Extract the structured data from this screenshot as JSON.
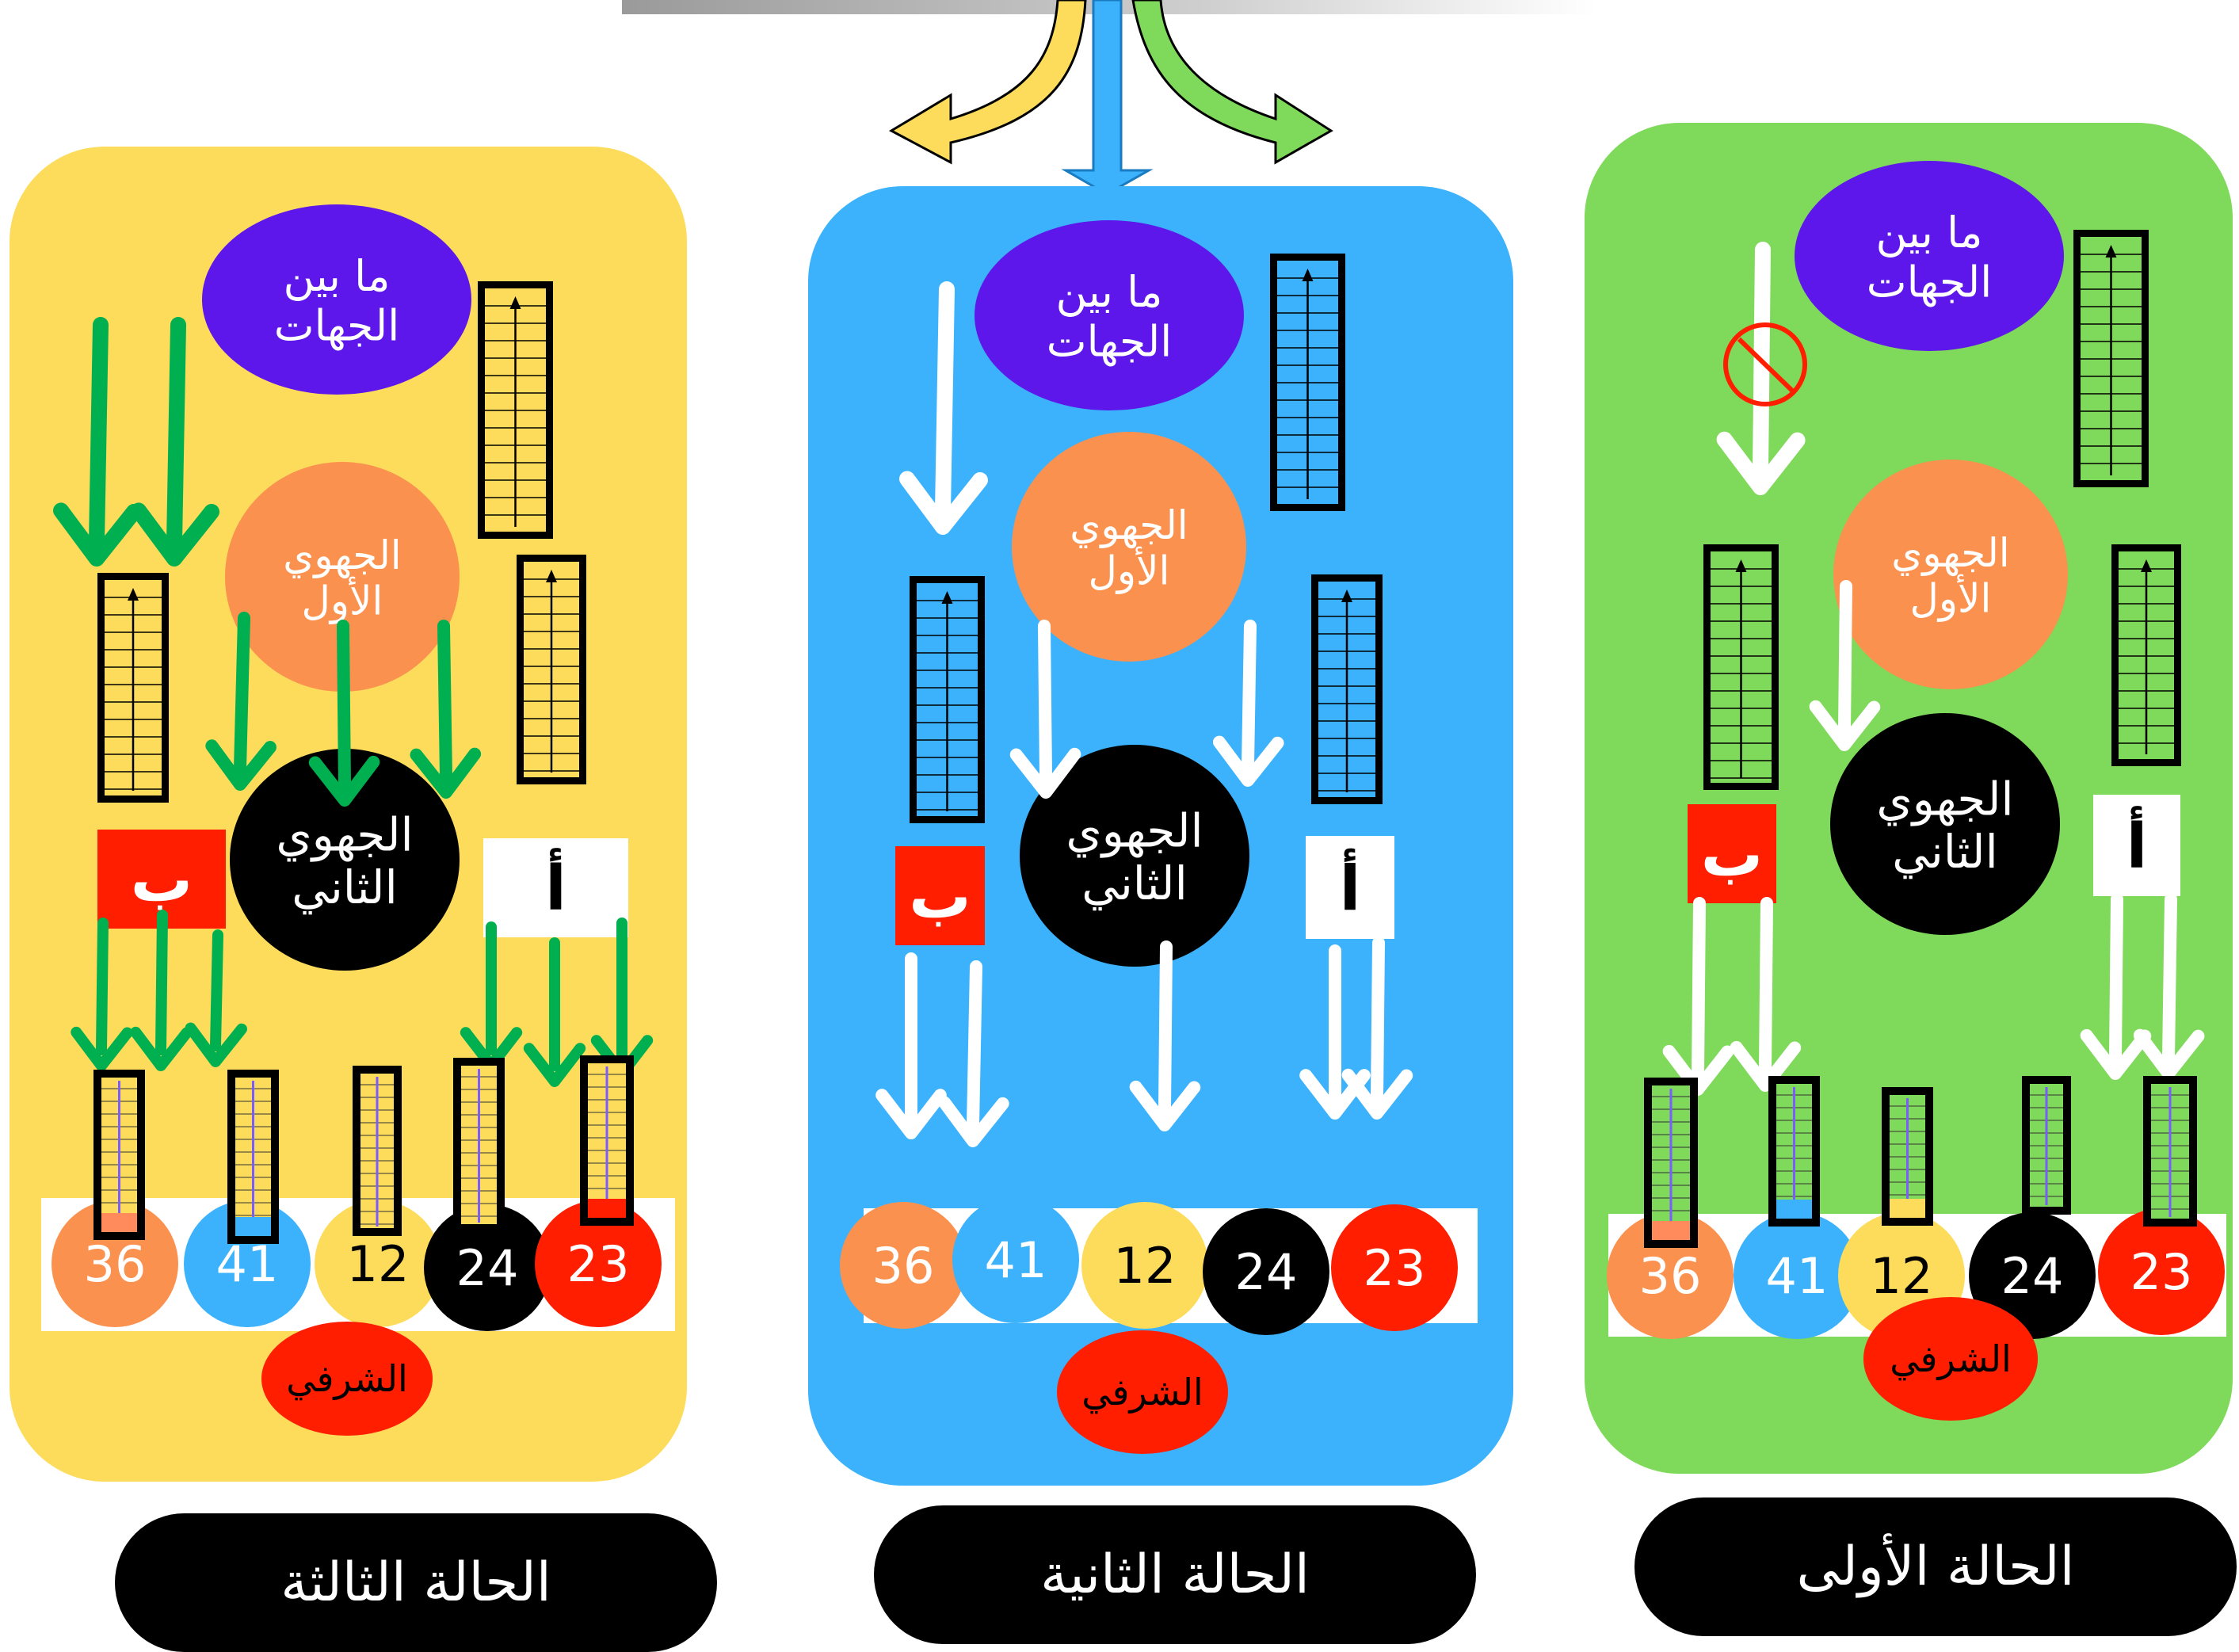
{
  "colors": {
    "yellow": "#fddc5c",
    "blue": "#3bb2fb",
    "green": "#7fd95a",
    "purple": "#5e17eb",
    "orange": "#fb914f",
    "black": "#000000",
    "red": "#ff1e00",
    "arrow_green": "#00b050",
    "white": "#ffffff"
  },
  "labels": {
    "regional_between": "ما بين\nالجهات",
    "regional_first": "الجهوي\nالأول",
    "regional_second": "الجهوي\nالثاني",
    "eastern": "الشرفي",
    "lane_a": "أ",
    "lane_b": "ب"
  },
  "numbers": [
    "36",
    "41",
    "12",
    "24",
    "23"
  ],
  "number_colors": [
    "#fb914f",
    "#3bb2fb",
    "#fddc5c",
    "#000000",
    "#ff1e00"
  ],
  "number_text_colors": [
    "#ffffff",
    "#ffffff",
    "#000000",
    "#ffffff",
    "#ffffff"
  ],
  "panels": [
    {
      "key": "case3",
      "color": "#fddc5c",
      "title": "الحالة الثالثة"
    },
    {
      "key": "case2",
      "color": "#3bb2fb",
      "title": "الحالة الثانية"
    },
    {
      "key": "case1",
      "color": "#7fd95a",
      "title": "الحالة الأولى"
    }
  ],
  "icons": {
    "forbidden": "no-entry-icon"
  }
}
